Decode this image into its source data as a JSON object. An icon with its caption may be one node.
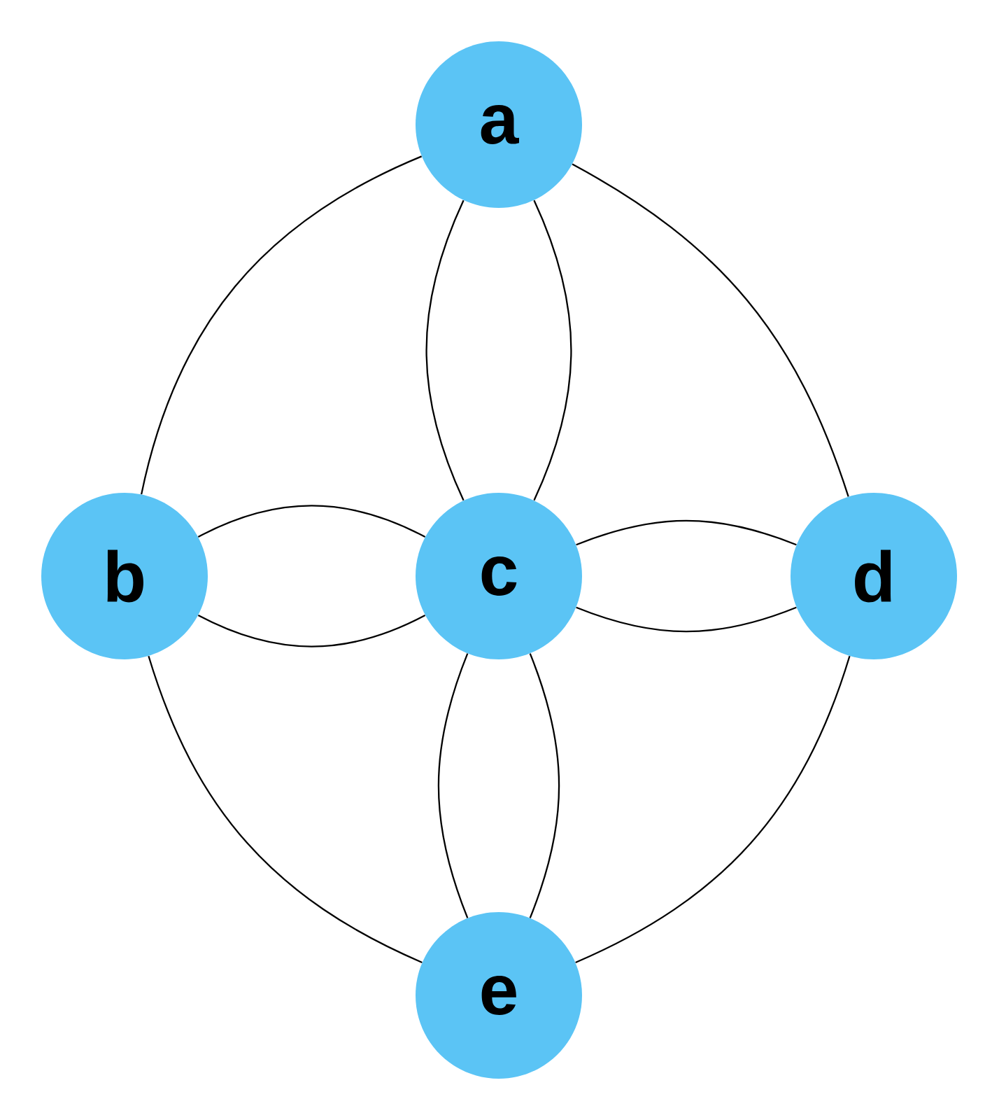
{
  "diagram": {
    "nodes": [
      {
        "text": [
          "a"
        ]
      },
      {
        "text": [
          "b"
        ]
      },
      {
        "text": [
          "c"
        ]
      },
      {
        "text": [
          "d"
        ]
      },
      {
        "text": [
          "e"
        ]
      }
    ],
    "edges": [
      {
        "from": 0,
        "to": 1,
        "arrow": "none"
      },
      {
        "from": 0,
        "to": 3,
        "arrow": "none"
      },
      {
        "from": 0,
        "to": 2,
        "arrow": "none"
      },
      {
        "from": 0,
        "to": 2,
        "arrow": "none"
      },
      {
        "from": 1,
        "to": 2,
        "arrow": "none"
      },
      {
        "from": 1,
        "to": 2,
        "arrow": "none"
      },
      {
        "from": 2,
        "to": 3,
        "arrow": "none"
      },
      {
        "from": 2,
        "to": 3,
        "arrow": "none"
      },
      {
        "from": 2,
        "to": 4,
        "arrow": "none"
      },
      {
        "from": 2,
        "to": 4,
        "arrow": "none"
      },
      {
        "from": 1,
        "to": 4,
        "arrow": "none"
      },
      {
        "from": 3,
        "to": 4,
        "arrow": "none"
      }
    ]
  }
}
